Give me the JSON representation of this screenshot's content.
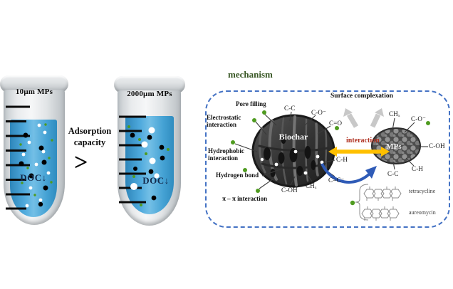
{
  "tubes": {
    "left": {
      "label": "10μm MPs",
      "doc": "DOC↓"
    },
    "right": {
      "label": "2000μm MPs",
      "doc": "DOC↓"
    }
  },
  "comparison": {
    "line1": "Adsorption",
    "line2": "capacity",
    "symbol": ">"
  },
  "mechanism": {
    "title": "mechanism",
    "sites": {
      "pore_filling": "Pore filling",
      "electrostatic": "Electrostatic interaction",
      "hydrophobic": "Hydrophobic interaction",
      "hydrogen_bond": "Hydrogen bond",
      "pi_pi": "π – π interaction"
    },
    "surface_complexation": "Surface complexation",
    "interaction": "interaction",
    "biochar": {
      "label": "Biochar",
      "groups": {
        "cc": "C-C",
        "co_minus": "C-O⁻",
        "c_double_o": "C=O",
        "coh": "C-OH",
        "chx": "CHₓ",
        "cc_minus": "C=C⁻",
        "ch": "C-H"
      }
    },
    "mps": {
      "label": "MPs",
      "groups": {
        "chx": "CHₓ",
        "co_minus": "C-O⁻",
        "coh": "C-OH",
        "ch": "C-H",
        "cc": "C-C"
      }
    },
    "compounds": {
      "items": [
        "tetracycline",
        "aureomycin"
      ]
    }
  },
  "colors": {
    "box_border": "#4472c4",
    "title_green": "#375623",
    "interaction_red": "#b03020",
    "arrow_yellow": "#ffc000",
    "arrow_blue": "#2f5bb7",
    "dot_green": "#4f9b20",
    "liquid_blue": "#47a3d6"
  }
}
